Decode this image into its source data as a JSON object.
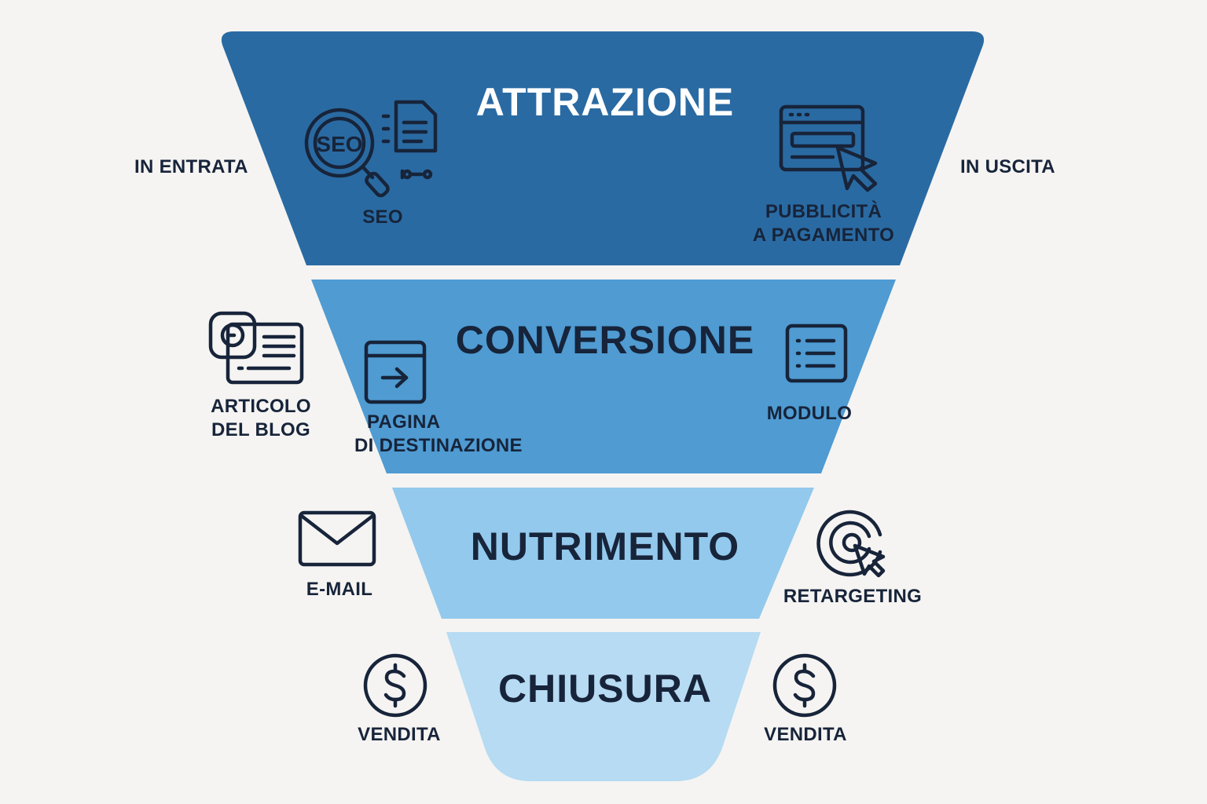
{
  "side_labels": {
    "left": "IN ENTRATA",
    "right": "IN USCITA"
  },
  "stages": [
    {
      "title": "ATTRAZIONE",
      "color": "#2a6aa2",
      "title_color": "#ffffff",
      "left_item": {
        "lines": [
          "SEO"
        ],
        "icon": "seo-magnifier-icon"
      },
      "right_item": {
        "lines": [
          "PUBBLICITÀ",
          "A PAGAMENTO"
        ],
        "icon": "browser-cursor-icon"
      }
    },
    {
      "title": "CONVERSIONE",
      "color": "#4f9bd2",
      "title_color": "#17243a",
      "outer_left_item": {
        "lines": [
          "ARTICOLO",
          "DEL BLOG"
        ],
        "icon": "blog-article-icon"
      },
      "left_item": {
        "lines": [
          "PAGINA",
          "DI DESTINAZIONE"
        ],
        "icon": "landing-page-arrow-icon"
      },
      "right_item": {
        "lines": [
          "MODULO"
        ],
        "icon": "form-list-icon"
      }
    },
    {
      "title": "NUTRIMENTO",
      "color": "#93c9ec",
      "title_color": "#17243a",
      "left_item": {
        "lines": [
          "E-MAIL"
        ],
        "icon": "envelope-icon"
      },
      "right_item": {
        "lines": [
          "RETARGETING"
        ],
        "icon": "target-cursor-icon"
      }
    },
    {
      "title": "CHIUSURA",
      "color": "#b6dbf3",
      "title_color": "#17243a",
      "left_item": {
        "lines": [
          "VENDITA"
        ],
        "icon": "dollar-circle-icon"
      },
      "right_item": {
        "lines": [
          "VENDITA"
        ],
        "icon": "dollar-circle-icon"
      }
    }
  ]
}
